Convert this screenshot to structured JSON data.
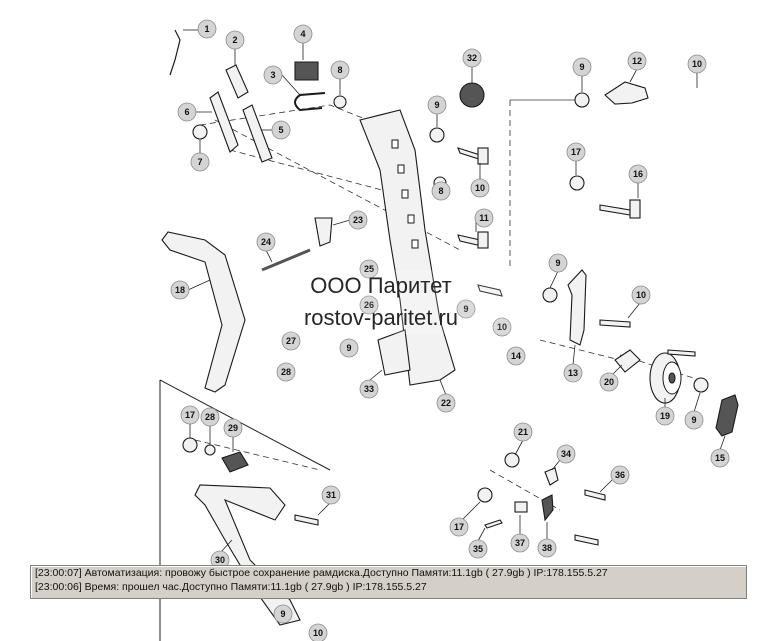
{
  "watermark": {
    "line1": "ООО Паритет",
    "line2": "rostov-paritet.ru"
  },
  "log": [
    "[23:00:07]  Автоматизация: провожу быстрое сохранение рамдиска.Доступно Памяти:11.1gb  ( 27.9gb ) IP:178.155.5.27",
    "[23:00:06]  Время: прошел час.Доступно Памяти:11.1gb  ( 27.9gb ) IP:178.155.5.27"
  ],
  "callouts": {
    "c1": "1",
    "c2": "2",
    "c3": "3",
    "c4": "4",
    "c5": "5",
    "c6": "6",
    "c7": "7",
    "c8a": "8",
    "c8b": "8",
    "c9a": "9",
    "c9b": "9",
    "c9c": "9",
    "c9d": "9",
    "c9e": "9",
    "c9f": "9",
    "c9g": "9",
    "c10a": "10",
    "c10b": "10",
    "c10c": "10",
    "c10d": "10",
    "c10e": "10",
    "c11": "11",
    "c12": "12",
    "c13": "13",
    "c14": "14",
    "c15": "15",
    "c16": "16",
    "c17a": "17",
    "c17b": "17",
    "c17c": "17",
    "c18": "18",
    "c19": "19",
    "c20": "20",
    "c21": "21",
    "c22": "22",
    "c23": "23",
    "c24": "24",
    "c25": "25",
    "c26": "26",
    "c27": "27",
    "c28a": "28",
    "c28b": "28",
    "c29": "29",
    "c30": "30",
    "c31": "31",
    "c32": "32",
    "c33": "33",
    "c34": "34",
    "c35": "35",
    "c36": "36",
    "c37": "37",
    "c38": "38"
  }
}
